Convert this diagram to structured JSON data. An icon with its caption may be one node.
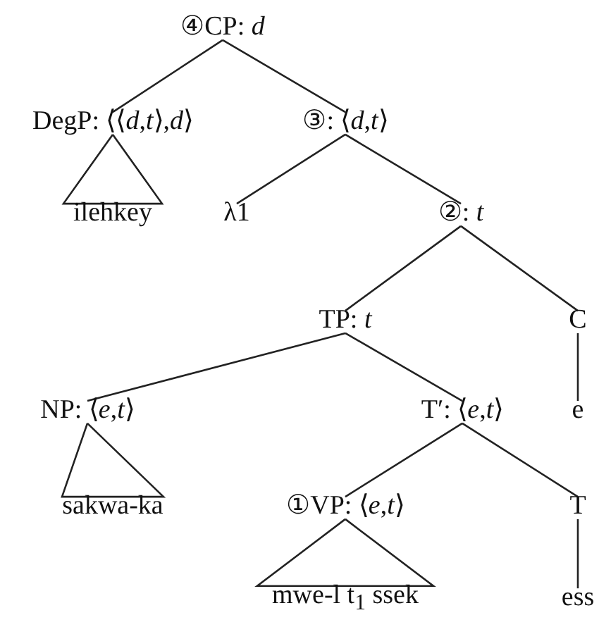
{
  "diagram": {
    "nodes": [
      {
        "text": [
          "④CP: *d*"
        ]
      },
      {
        "text": [
          "DegP: ⟨⟨*d*,*t*⟩,*d*⟩"
        ]
      },
      {
        "text": [
          "③: ⟨*d*,*t*⟩"
        ]
      },
      {
        "text": [
          "ilehkey"
        ]
      },
      {
        "text": [
          "λ1"
        ]
      },
      {
        "text": [
          "②: *t*"
        ]
      },
      {
        "text": [
          "TP: *t*"
        ]
      },
      {
        "text": [
          "C"
        ]
      },
      {
        "text": [
          "NP: ⟨*e*,*t*⟩"
        ]
      },
      {
        "text": [
          "T′: ⟨*e*,*t*⟩"
        ]
      },
      {
        "text": [
          "e"
        ]
      },
      {
        "text": [
          "sakwa-ka"
        ]
      },
      {
        "text": [
          "①VP: ⟨*e*,*t*⟩"
        ]
      },
      {
        "text": [
          "T"
        ]
      },
      {
        "text": [
          "mwe-l t$_{1}$ ssek"
        ]
      },
      {
        "text": [
          "ess"
        ]
      }
    ],
    "edges": [
      {
        "from": 0,
        "to": 1,
        "arrow": "none"
      },
      {
        "from": 0,
        "to": 2,
        "arrow": "none"
      },
      {
        "from": 1,
        "to": 3,
        "arrow": "none"
      },
      {
        "from": 2,
        "to": 4,
        "arrow": "none"
      },
      {
        "from": 2,
        "to": 5,
        "arrow": "none"
      },
      {
        "from": 5,
        "to": 6,
        "arrow": "none"
      },
      {
        "from": 5,
        "to": 7,
        "arrow": "none"
      },
      {
        "from": 6,
        "to": 8,
        "arrow": "none"
      },
      {
        "from": 6,
        "to": 9,
        "arrow": "none"
      },
      {
        "from": 7,
        "to": 10,
        "arrow": "none"
      },
      {
        "from": 8,
        "to": 11,
        "arrow": "none"
      },
      {
        "from": 9,
        "to": 12,
        "arrow": "none"
      },
      {
        "from": 9,
        "to": 13,
        "arrow": "none"
      },
      {
        "from": 12,
        "to": 14,
        "arrow": "none"
      },
      {
        "from": 13,
        "to": 15,
        "arrow": "none"
      }
    ]
  }
}
